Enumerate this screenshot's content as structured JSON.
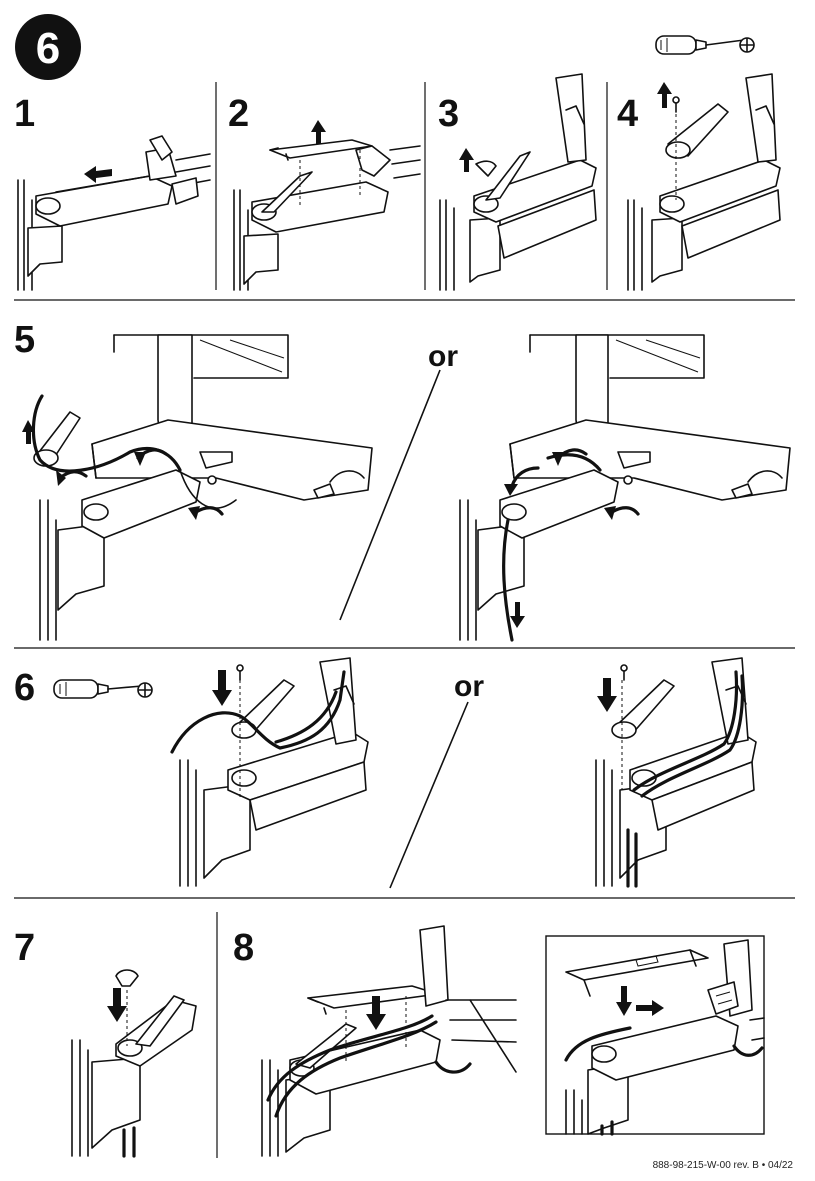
{
  "page_badge": "6",
  "steps": [
    {
      "id": "1",
      "label": "1"
    },
    {
      "id": "2",
      "label": "2"
    },
    {
      "id": "3",
      "label": "3"
    },
    {
      "id": "4",
      "label": "4"
    },
    {
      "id": "5",
      "label": "5"
    },
    {
      "id": "6",
      "label": "6"
    },
    {
      "id": "7",
      "label": "7"
    },
    {
      "id": "8",
      "label": "8"
    }
  ],
  "or_labels": [
    "or",
    "or"
  ],
  "footer": {
    "document_code": "888-98-215-W-00 rev. B • 04/22"
  },
  "icons": [
    "screwdriver-icon",
    "phillips-head-icon",
    "arrow-up-icon",
    "arrow-down-icon",
    "arrow-left-icon",
    "arrow-right-icon",
    "curved-arrow-icon",
    "screw-icon"
  ]
}
